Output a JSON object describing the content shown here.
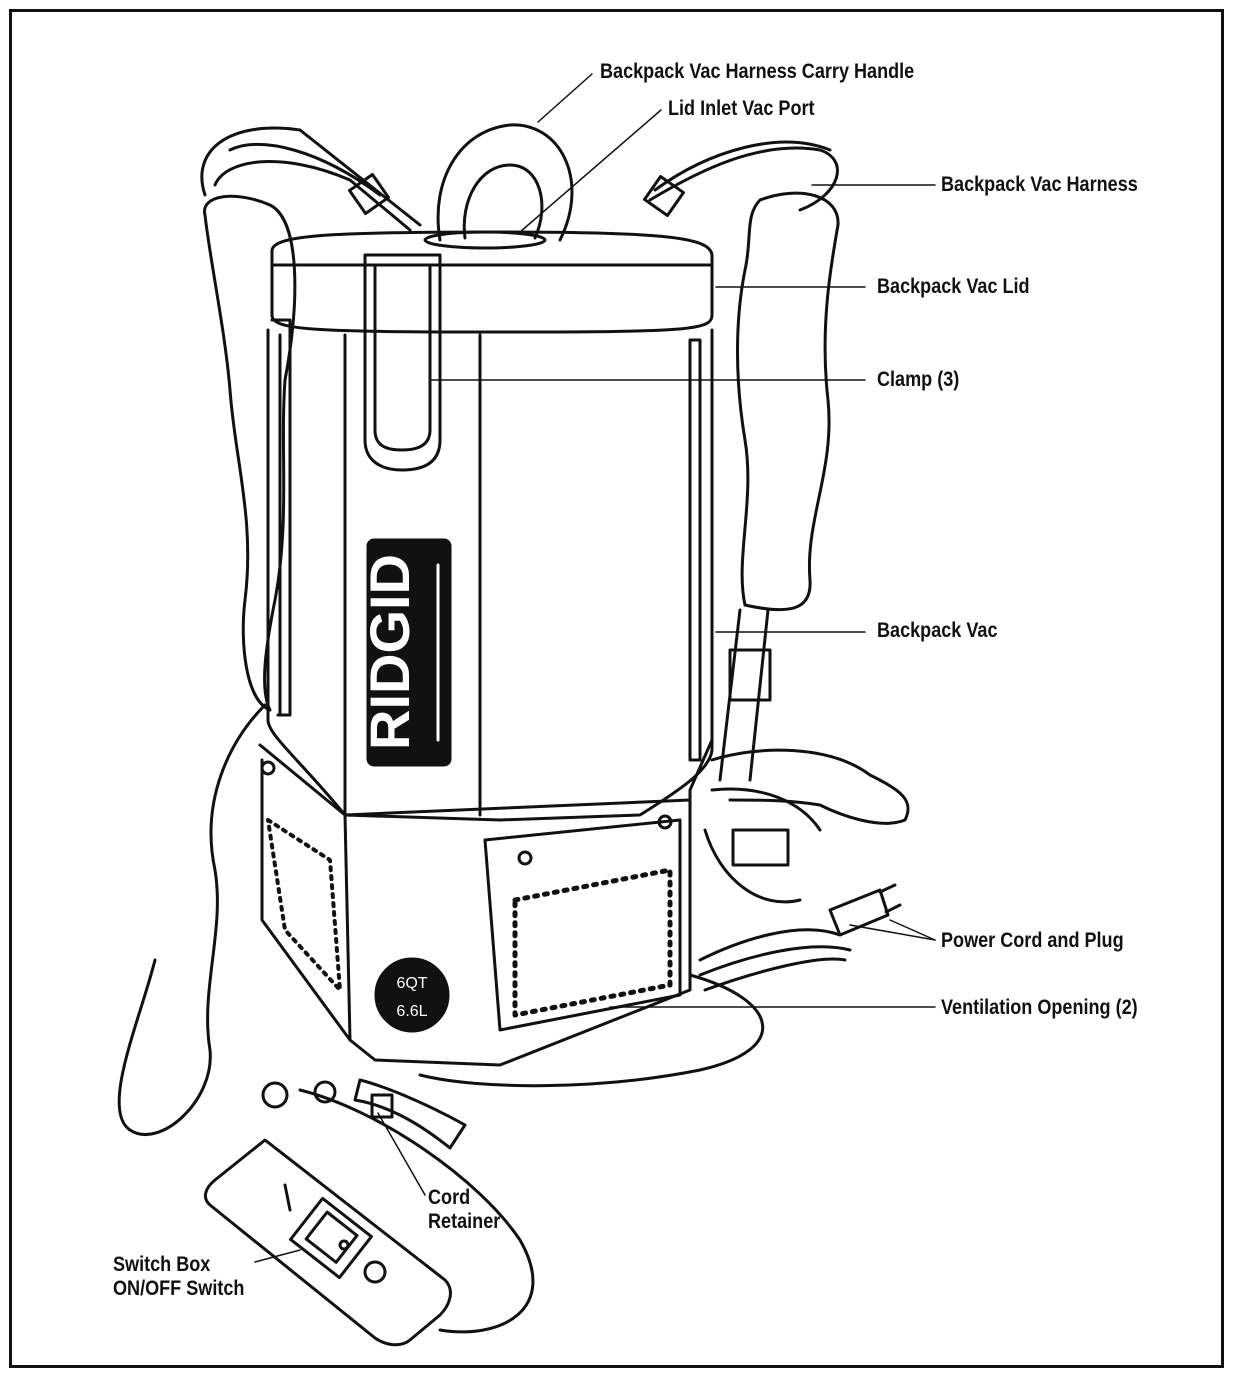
{
  "labels": {
    "carry_handle": "Backpack Vac Harness Carry Handle",
    "lid_inlet_port": "Lid Inlet Vac Port",
    "harness": "Backpack Vac Harness",
    "lid": "Backpack Vac Lid",
    "clamp": "Clamp (3)",
    "vac": "Backpack Vac",
    "power_cord": "Power Cord and Plug",
    "ventilation": "Ventilation Opening (2)",
    "cord_retainer_line1": "Cord",
    "cord_retainer_line2": "Retainer",
    "switch_box_line1": "Switch Box",
    "switch_box_line2": "ON/OFF Switch"
  },
  "product": {
    "brand": "RIDGID",
    "capacity_qt": "6QT",
    "capacity_l": "6.6L"
  }
}
